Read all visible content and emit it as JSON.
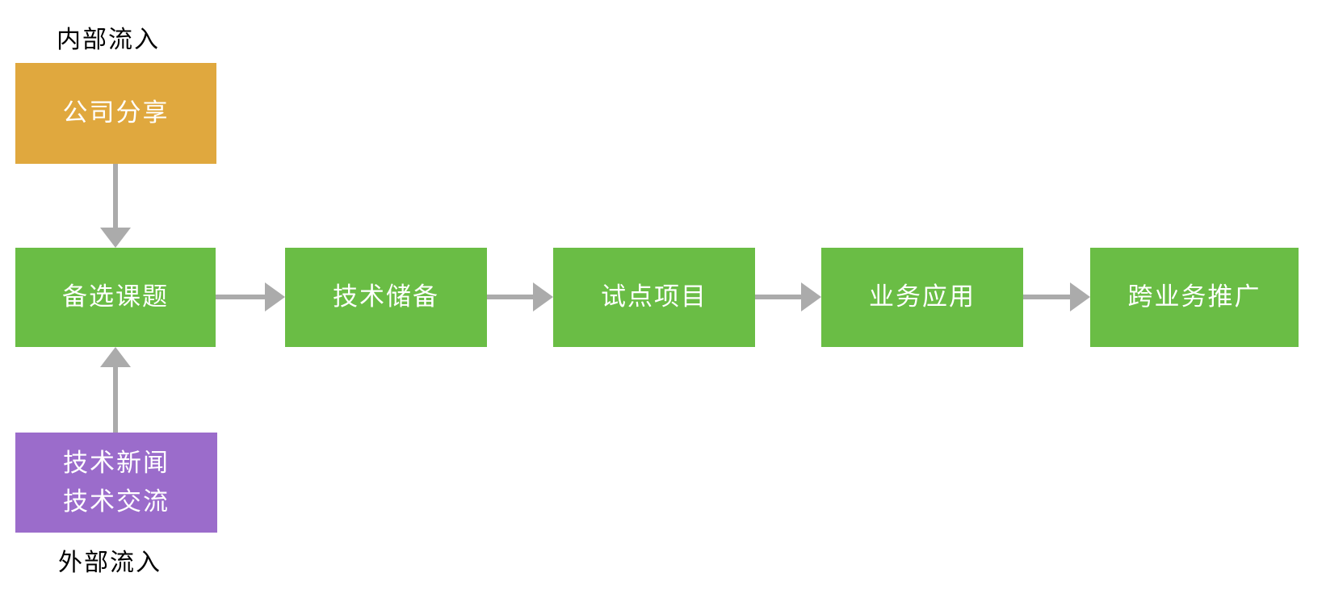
{
  "labels": {
    "internal_inflow": "内部流入",
    "external_inflow": "外部流入"
  },
  "nodes": {
    "internal_source": {
      "label": "公司分享",
      "color": "#E0A83E"
    },
    "external_source": {
      "line1": "技术新闻",
      "line2": "技术交流",
      "color": "#9B6CCB"
    },
    "pipeline": [
      {
        "label": "备选课题",
        "color": "#6ABD45"
      },
      {
        "label": "技术储备",
        "color": "#6ABD45"
      },
      {
        "label": "试点项目",
        "color": "#6ABD45"
      },
      {
        "label": "业务应用",
        "color": "#6ABD45"
      },
      {
        "label": "跨业务推广",
        "color": "#6ABD45"
      }
    ]
  },
  "arrows": {
    "color": "#ABABAB",
    "connections": [
      "公司分享 → 备选课题",
      "技术新闻/技术交流 → 备选课题",
      "备选课题 → 技术储备",
      "技术储备 → 试点项目",
      "试点项目 → 业务应用",
      "业务应用 → 跨业务推广"
    ]
  },
  "colors": {
    "background": "#FFFFFF",
    "node_text": "#FFFFFF",
    "label_text": "#000000",
    "arrow": "#ABABAB"
  }
}
